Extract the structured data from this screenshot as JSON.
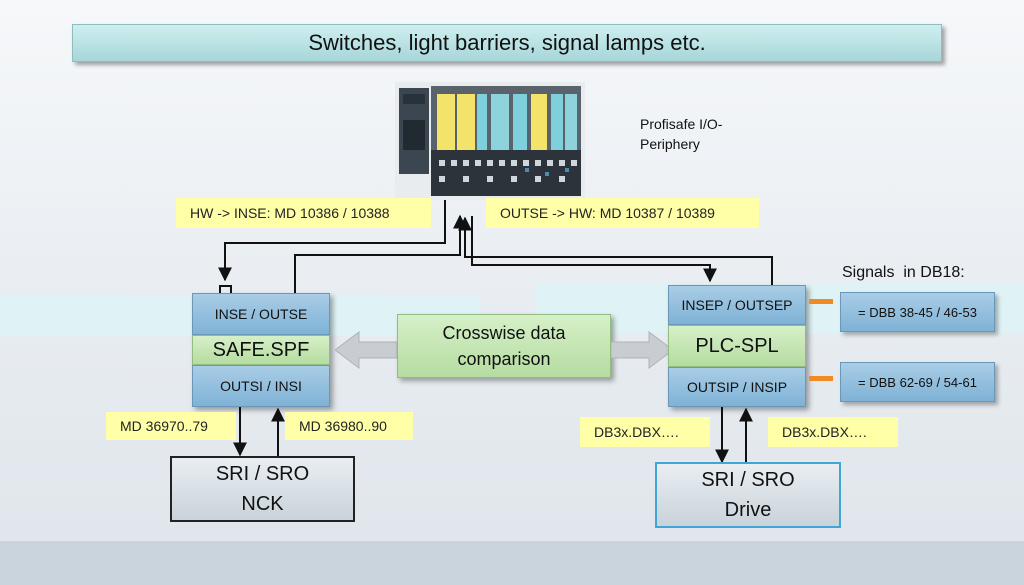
{
  "header": {
    "title": "Switches, light barriers, signal lamps etc."
  },
  "periphery": {
    "label_line1": "Profisafe I/O-",
    "label_line2": "Periphery"
  },
  "labels": {
    "hw_to_inse": "HW -> INSE: MD 10386 / 10388",
    "outse_to_hw": "OUTSE -> HW: MD 10387 / 10389",
    "md_36970": "MD 36970..79",
    "md_36980": "MD 36980..90",
    "db3x_left": "DB3x.DBX….",
    "db3x_right": "DB3x.DBX…."
  },
  "safe_spf": {
    "top": "INSE  /  OUTSE",
    "middle": "SAFE.SPF",
    "bottom": "OUTSI  /  INSI"
  },
  "comparison": {
    "line1": "Crosswise data",
    "line2": "comparison"
  },
  "plc_spl": {
    "top": "INSEP / OUTSEP",
    "middle": "PLC-SPL",
    "bottom": "OUTSIP / INSIP"
  },
  "signals": {
    "heading": "Signals  in DB18:",
    "box1": "= DBB 38-45 / 46-53",
    "box2": "= DBB 62-69 / 54-61"
  },
  "sri_nck": {
    "line1": "SRI / SRO",
    "line2": "NCK"
  },
  "sri_drive": {
    "line1": "SRI / SRO",
    "line2": "Drive"
  },
  "colors": {
    "accent_orange": "#f08a24",
    "title_teal": "#a7d6d9",
    "block_blue": "#7fb2d6",
    "block_green": "#b5dca1",
    "label_yellow": "#ffffa8"
  }
}
